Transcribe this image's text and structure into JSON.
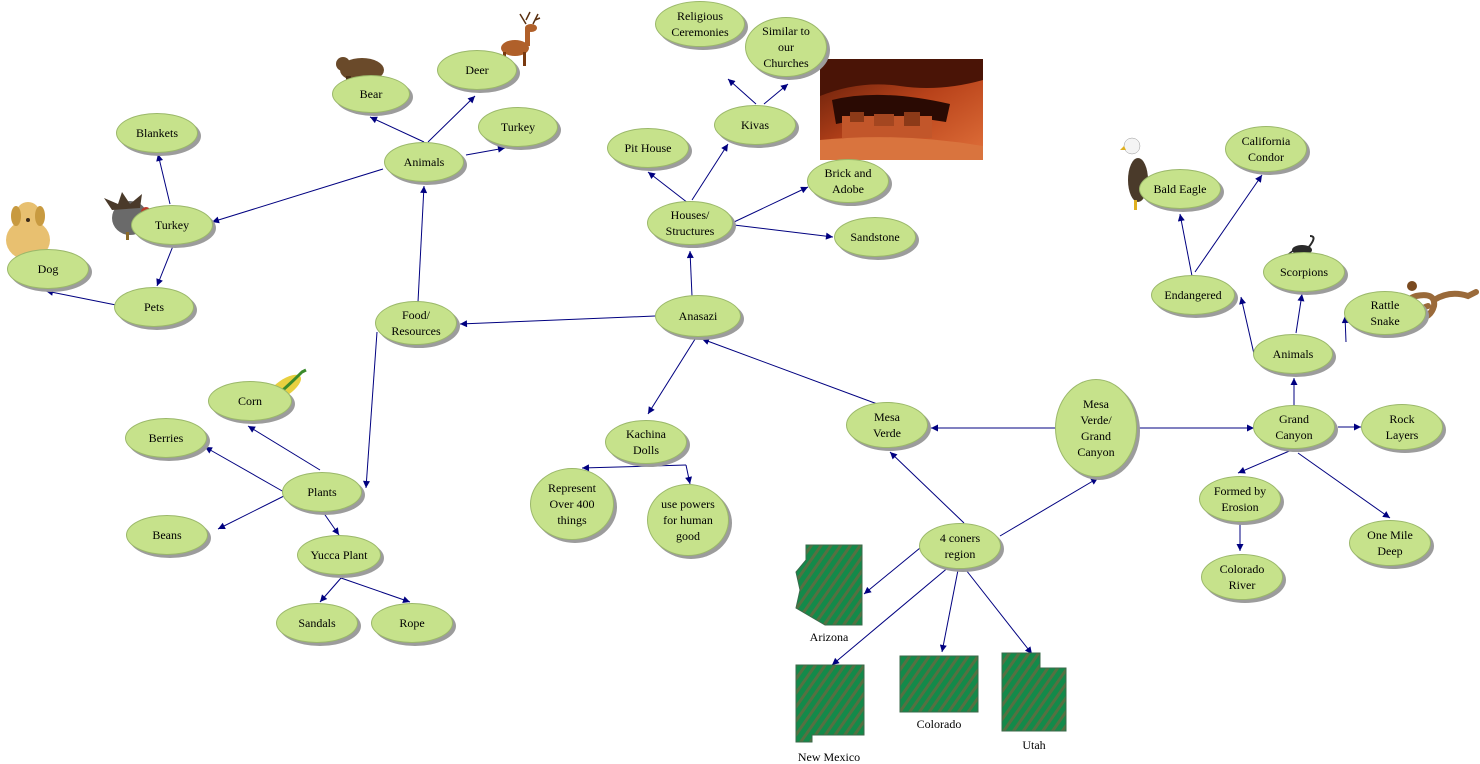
{
  "nodes": {
    "anasazi": "Anasazi",
    "food": "Food/\nResources",
    "animals_top": "Animals",
    "bear": "Bear",
    "deer": "Deer",
    "turkey_top": "Turkey",
    "blankets": "Blankets",
    "turkey": "Turkey",
    "dog": "Dog",
    "pets": "Pets",
    "houses": "Houses/\nStructures",
    "pit_house": "Pit House",
    "kivas": "Kivas",
    "religious": "Religious\nCeremonies",
    "similar": "Similar to\nour\nChurches",
    "brick": "Brick and\nAdobe",
    "sandstone": "Sandstone",
    "plants": "Plants",
    "corn": "Corn",
    "berries": "Berries",
    "beans": "Beans",
    "yucca": "Yucca Plant",
    "sandals": "Sandals",
    "rope": "Rope",
    "kachina": "Kachina\nDolls",
    "represent": "Represent\nOver 400\nthings",
    "use_powers": "use powers\nfor human\ngood",
    "mesa_verde": "Mesa\nVerde",
    "mv_gc": "Mesa\nVerde/\nGrand\nCanyon",
    "four_corners": "4 coners\nregion",
    "grand_canyon": "Grand\nCanyon",
    "rock_layers": "Rock\nLayers",
    "animals_gc": "Animals",
    "endangered": "Endangered",
    "bald_eagle": "Bald Eagle",
    "condor": "California\nCondor",
    "scorpions": "Scorpions",
    "rattle": "Rattle\nSnake",
    "erosion": "Formed by\nErosion",
    "colorado_river": "Colorado\nRiver",
    "one_mile": "One Mile\nDeep"
  },
  "state_labels": {
    "arizona": "Arizona",
    "new_mexico": "New Mexico",
    "colorado": "Colorado",
    "utah": "Utah"
  },
  "colors": {
    "node_fill": "#c6e28b",
    "arrow": "#000080",
    "state_fill": "#138a4a",
    "state_stripe": "#8a5a3a"
  }
}
